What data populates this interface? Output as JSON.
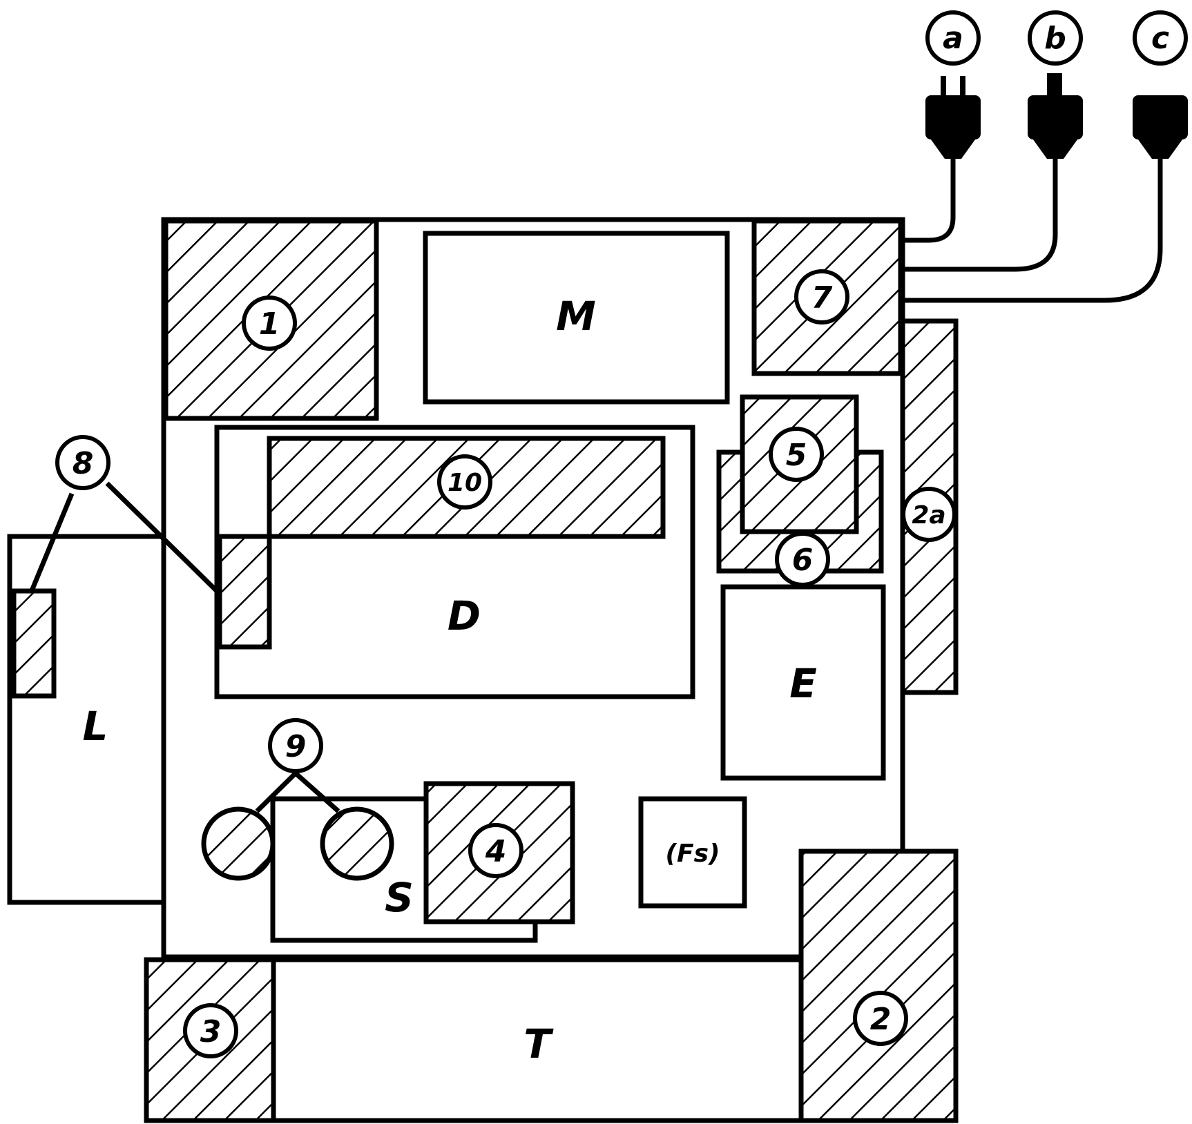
{
  "colors": {
    "ink": "#000000",
    "paper": "#ffffff"
  },
  "blocks": {
    "M": "M",
    "D": "D",
    "E": "E",
    "L": "L",
    "S": "S",
    "T": "T",
    "Fs": "(Fs)"
  },
  "markers": {
    "m1": "1",
    "m2": "2",
    "m2a": "2a",
    "m3": "3",
    "m4": "4",
    "m5": "5",
    "m6": "6",
    "m7": "7",
    "m8": "8",
    "m9": "9",
    "m10": "10"
  },
  "plugs": {
    "a": "a",
    "b": "b",
    "c": "c"
  }
}
